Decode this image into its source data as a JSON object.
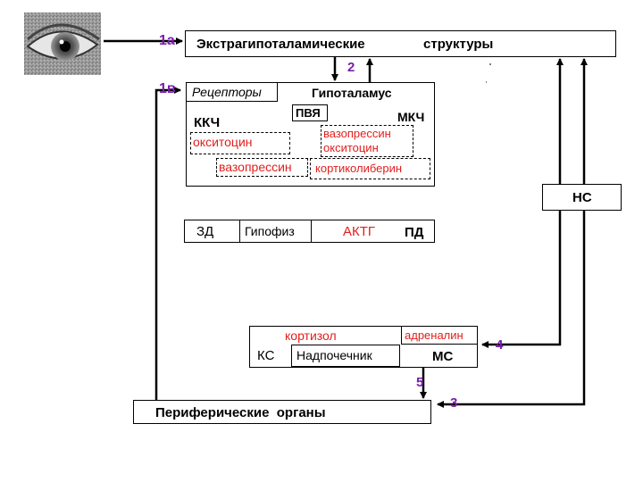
{
  "labels": {
    "l1a": "1а",
    "l1b": "1в",
    "l2": "2",
    "l3": "3",
    "l4": "4",
    "l5": "5"
  },
  "extra_hypothalamic": {
    "left": "Экстрагипоталамические",
    "right": "структуры"
  },
  "hypothalamus": {
    "receptors": "Рецепторы",
    "title": "Гипоталамус",
    "pvya": "ПВЯ",
    "kkch": "ККЧ",
    "mkch": "МКЧ",
    "oxytocin_1": "окситоцин",
    "vasopressin_1": "вазопрессин",
    "vasopressin_2": "вазопрессин",
    "oxytocin_2": "окситоцин",
    "corticoliberin": "кортиколиберин"
  },
  "hypophysis": {
    "zd": "ЗД",
    "title": "Гипофиз",
    "actg": "АКТГ",
    "pd": "ПД"
  },
  "ns": "НС",
  "adrenal": {
    "cortisol": "кортизол",
    "adrenaline": "адреналин",
    "ks": "КС",
    "title": "Надпочечник",
    "ms": "МС"
  },
  "peripheral": "Периферические  органы",
  "colors": {
    "accent_text": "#e0201e",
    "number_labels": "#7a1fa8"
  }
}
